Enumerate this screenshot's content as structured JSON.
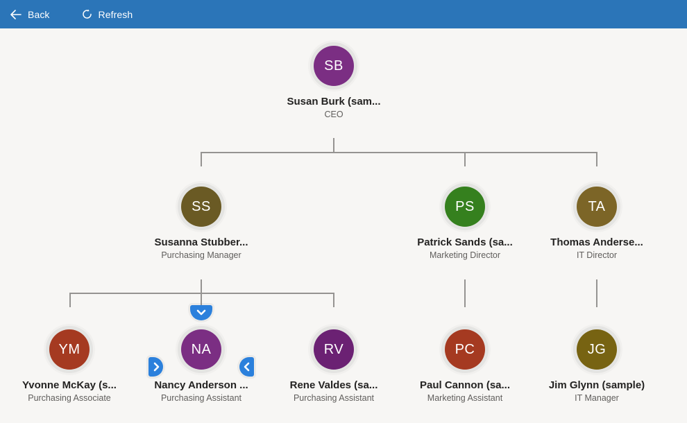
{
  "toolbar": {
    "back_label": "Back",
    "refresh_label": "Refresh",
    "bg_color": "#2b75b8"
  },
  "canvas_bg": "#f7f6f4",
  "org_chart": {
    "connector_color": "#959391",
    "expand_button_color": "#2b80dc",
    "nodes": [
      {
        "initials": "SB",
        "name": "Susan Burk (sam...",
        "title": "CEO",
        "color": "#7b2e83"
      },
      {
        "initials": "SS",
        "name": "Susanna Stubber...",
        "title": "Purchasing Manager",
        "color": "#6a5a24"
      },
      {
        "initials": "PS",
        "name": "Patrick Sands (sa...",
        "title": "Marketing Director",
        "color": "#35801e"
      },
      {
        "initials": "TA",
        "name": "Thomas Anderse...",
        "title": "IT Director",
        "color": "#7c6527"
      },
      {
        "initials": "YM",
        "name": "Yvonne McKay (s...",
        "title": "Purchasing Associate",
        "color": "#a53a21"
      },
      {
        "initials": "NA",
        "name": "Nancy Anderson ...",
        "title": "Purchasing Assistant",
        "color": "#7b2e83"
      },
      {
        "initials": "RV",
        "name": "Rene Valdes (sa...",
        "title": "Purchasing Assistant",
        "color": "#6b2173"
      },
      {
        "initials": "PC",
        "name": "Paul Cannon (sa...",
        "title": "Marketing Assistant",
        "color": "#a53a21"
      },
      {
        "initials": "JG",
        "name": "Jim Glynn (sample)",
        "title": "IT Manager",
        "color": "#776312"
      }
    ]
  }
}
